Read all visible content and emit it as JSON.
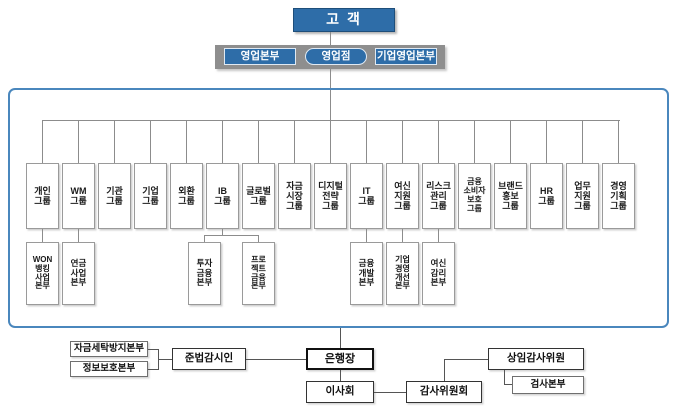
{
  "diagram": {
    "title": "고 객",
    "customer": {
      "label": "고 객"
    },
    "channels": [
      {
        "label": "영업본부",
        "shape": "rect"
      },
      {
        "label": "영업점",
        "shape": "rounded"
      },
      {
        "label": "기업영업본부",
        "shape": "rect"
      }
    ],
    "groups": [
      {
        "label": "개인\n그룹",
        "l1": "개인",
        "l2": "그룹"
      },
      {
        "label": "WM 그룹",
        "l1": "WM",
        "l2": "그룹"
      },
      {
        "label": "기관 그룹",
        "l1": "기관",
        "l2": "그룹"
      },
      {
        "label": "기업 그룹",
        "l1": "기업",
        "l2": "그룹"
      },
      {
        "label": "외환 그룹",
        "l1": "외환",
        "l2": "그룹"
      },
      {
        "label": "IB 그룹",
        "l1": "IB",
        "l2": "그룹"
      },
      {
        "label": "글로벌 그룹",
        "l1": "글로벌",
        "l2": "그룹"
      },
      {
        "label": "자금시장 그룹",
        "l1": "자금",
        "l2": "시장",
        "l3": "그룹"
      },
      {
        "label": "디지털전략 그룹",
        "l1": "디지털",
        "l2": "전략",
        "l3": "그룹"
      },
      {
        "label": "IT 그룹",
        "l1": "IT",
        "l2": "그룹"
      },
      {
        "label": "여신지원 그룹",
        "l1": "여신",
        "l2": "지원",
        "l3": "그룹"
      },
      {
        "label": "리스크관리 그룹",
        "l1": "리스크",
        "l2": "관리",
        "l3": "그룹"
      },
      {
        "label": "금융소비자보호 그룹",
        "l1": "금융",
        "l2": "소비자",
        "l3": "보호",
        "l4": "그룹"
      },
      {
        "label": "브랜드홍보 그룹",
        "l1": "브랜드",
        "l2": "홍보",
        "l3": "그룹"
      },
      {
        "label": "HR 그룹",
        "l1": "HR",
        "l2": "그룹"
      },
      {
        "label": "업무지원 그룹",
        "l1": "업무",
        "l2": "지원",
        "l3": "그룹"
      },
      {
        "label": "경영기획 그룹",
        "l1": "경영",
        "l2": "기획",
        "l3": "그룹"
      }
    ],
    "subunits": [
      {
        "label": "WON뱅킹사업본부",
        "parent": "개인 그룹",
        "l1": "WON",
        "l2": "뱅킹",
        "l3": "사업",
        "l4": "본부"
      },
      {
        "label": "연금사업본부",
        "parent": "WM 그룹",
        "l1": "연금",
        "l2": "사업",
        "l3": "본부"
      },
      {
        "label": "투자금융본부",
        "parent": "IB 그룹",
        "l1": "투자",
        "l2": "금융",
        "l3": "본부"
      },
      {
        "label": "프로젝트금융본부",
        "parent": "IB 그룹",
        "l1": "프로",
        "l2": "젝트",
        "l3": "금융",
        "l4": "본부"
      },
      {
        "label": "금융개발본부",
        "parent": "IT 그룹",
        "l1": "금융",
        "l2": "개발",
        "l3": "본부"
      },
      {
        "label": "기업경영개선본부",
        "parent": "여신지원 그룹",
        "l1": "기업",
        "l2": "경영",
        "l3": "개선",
        "l4": "본부"
      },
      {
        "label": "여신감리본부",
        "parent": "리스크관리 그룹",
        "l1": "여신",
        "l2": "감리",
        "l3": "본부"
      }
    ],
    "governance": {
      "aml": "자금세탁방지본부",
      "infosec": "정보보호본부",
      "compliance_officer": "준법감시인",
      "bank_president": "은행장",
      "board": "이사회",
      "audit_committee": "감사위원회",
      "standing_auditor": "상임감사위원",
      "inspection_div": "검사본부"
    },
    "colors": {
      "accent_blue": "#2E6DA8",
      "container_border": "#4A87BD",
      "band_gray": "#8E8E8E",
      "box_border": "#9A9A9A",
      "text": "#1A1A1A"
    }
  }
}
